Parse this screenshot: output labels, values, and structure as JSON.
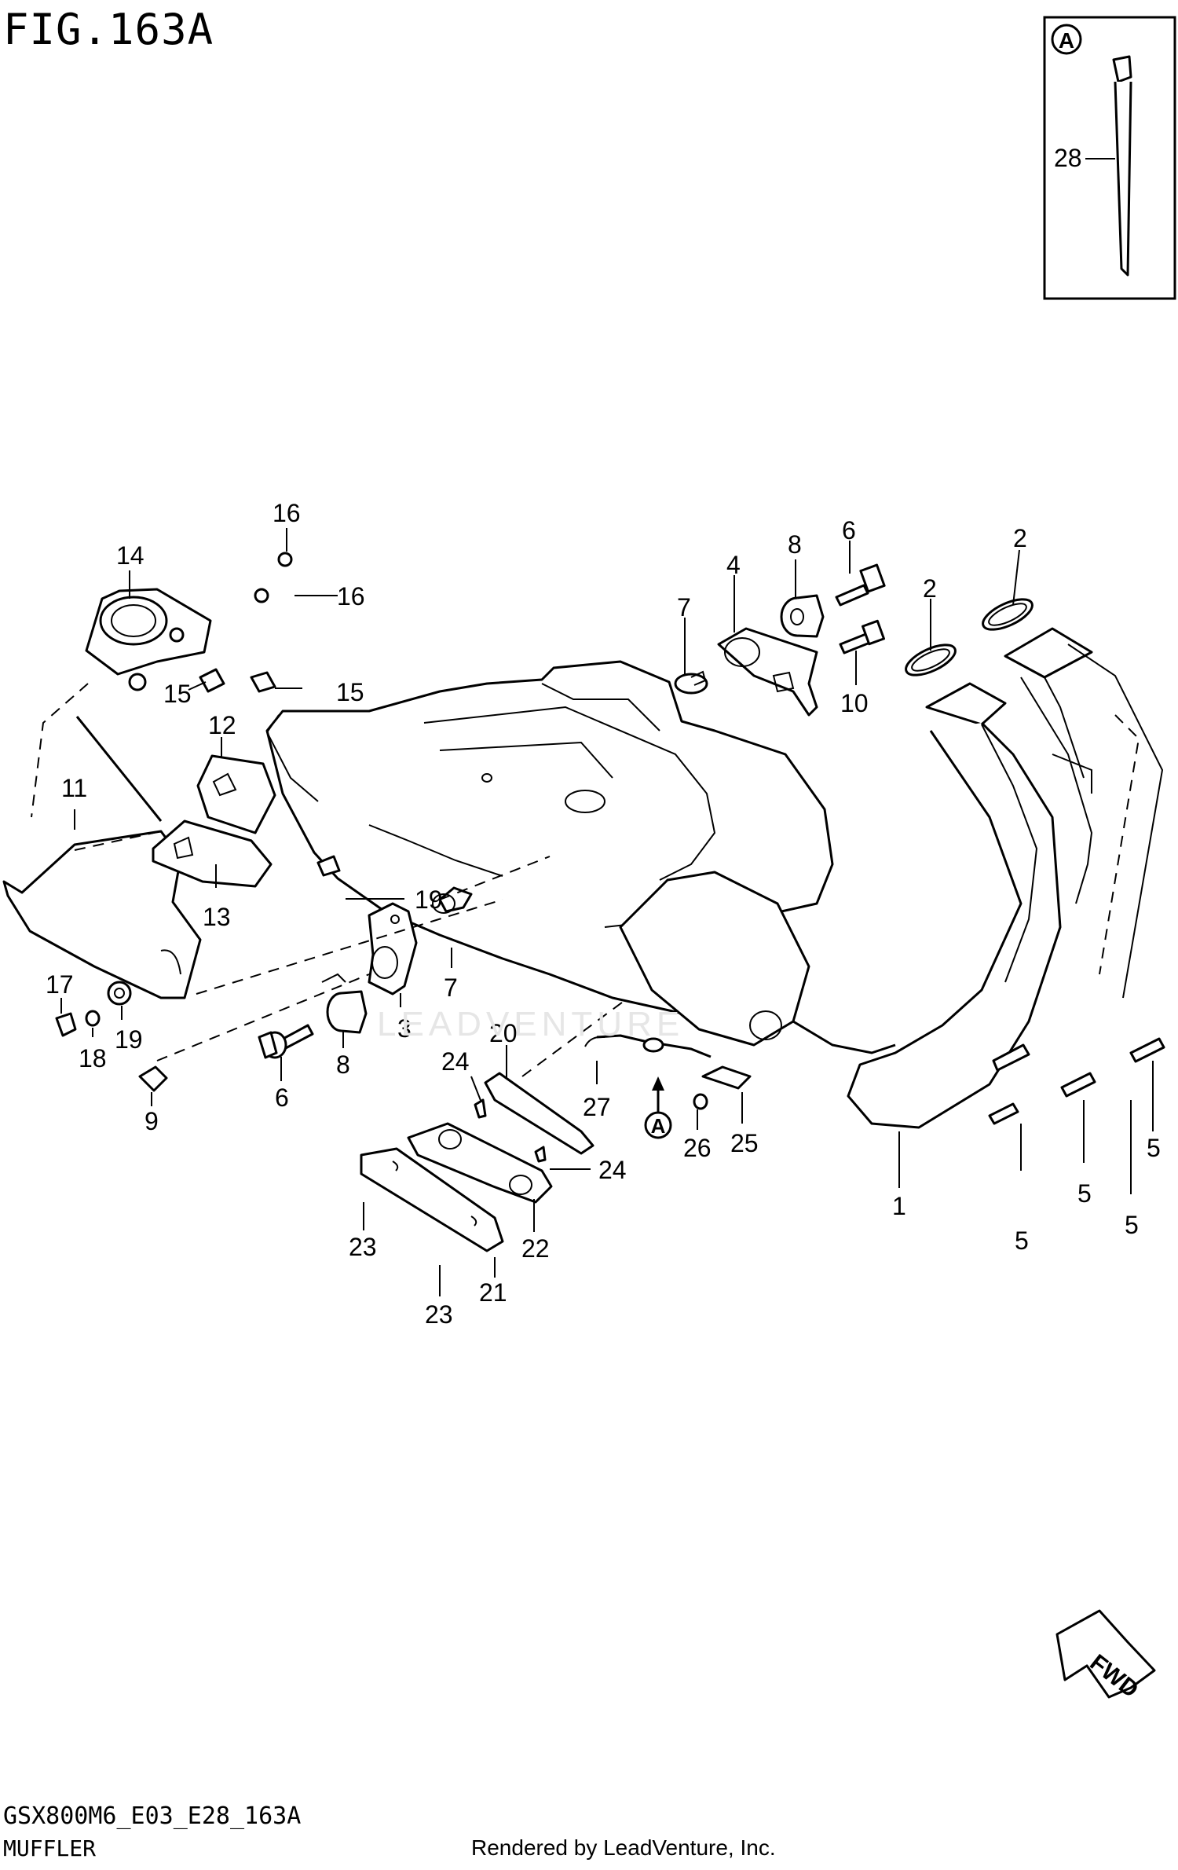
{
  "header": {
    "title": "FIG.163A"
  },
  "footer": {
    "model_code": "GSX800M6_E03_E28_163A",
    "part_name": "MUFFLER",
    "credit": "Rendered by LeadVenture, Inc."
  },
  "watermark": "LEADVENTURE",
  "inset": {
    "marker": "A",
    "callouts": [
      "28"
    ]
  },
  "direction_badge": "FWD",
  "view_marker": "A",
  "callouts": [
    "16",
    "16",
    "14",
    "15",
    "15",
    "12",
    "11",
    "13",
    "19",
    "17",
    "18",
    "19",
    "9",
    "6",
    "8",
    "3",
    "7",
    "4",
    "7",
    "8",
    "6",
    "10",
    "2",
    "2",
    "20",
    "24",
    "27",
    "24",
    "26",
    "25",
    "21",
    "22",
    "23",
    "23",
    "1",
    "5",
    "5",
    "5",
    "5"
  ]
}
